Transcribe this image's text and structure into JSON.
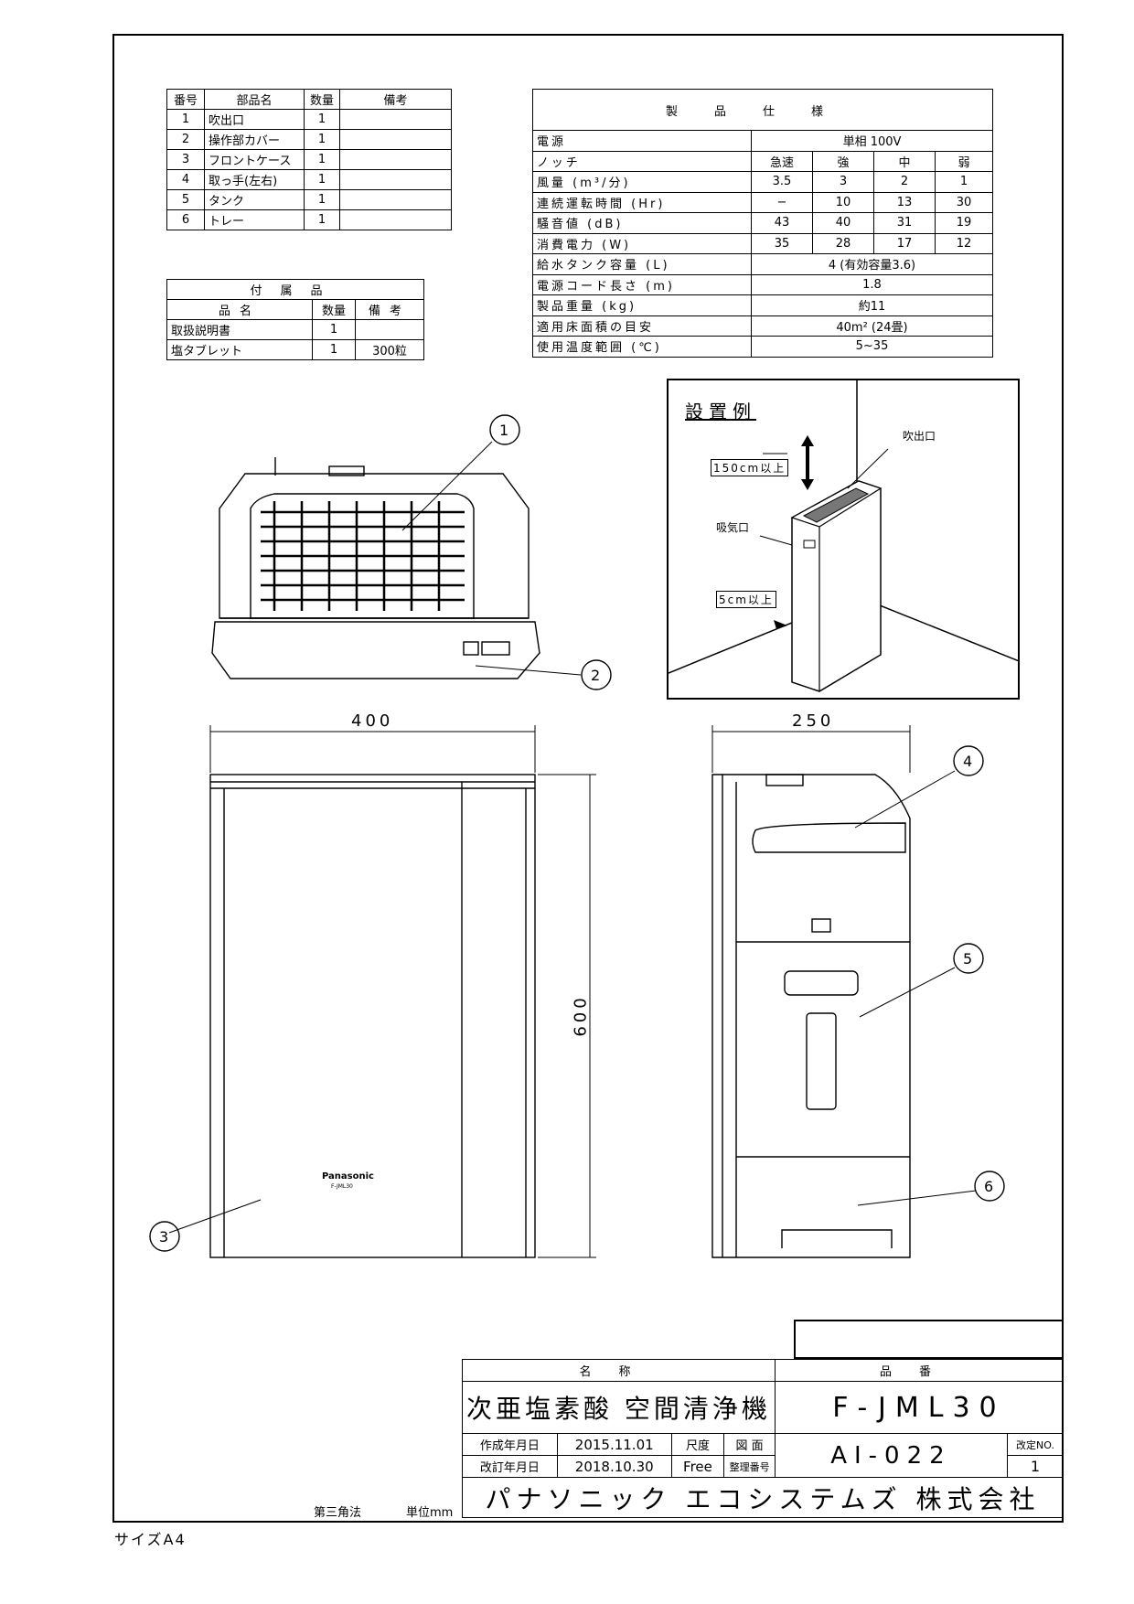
{
  "parts_table": {
    "headers": [
      "番号",
      "部品名",
      "数量",
      "備考"
    ],
    "rows": [
      {
        "no": "1",
        "name": "吹出口",
        "qty": "1",
        "note": ""
      },
      {
        "no": "2",
        "name": "操作部カバー",
        "qty": "1",
        "note": ""
      },
      {
        "no": "3",
        "name": "フロントケース",
        "qty": "1",
        "note": ""
      },
      {
        "no": "4",
        "name": "取っ手(左右)",
        "qty": "1",
        "note": ""
      },
      {
        "no": "5",
        "name": "タンク",
        "qty": "1",
        "note": ""
      },
      {
        "no": "6",
        "name": "トレー",
        "qty": "1",
        "note": ""
      }
    ]
  },
  "accessory_table": {
    "title": "付属品",
    "headers": [
      "品名",
      "数量",
      "備考"
    ],
    "rows": [
      {
        "name": "取扱説明書",
        "qty": "1",
        "note": ""
      },
      {
        "name": "塩タブレット",
        "qty": "1",
        "note": "300粒"
      }
    ]
  },
  "spec_table": {
    "title": "製品仕様",
    "power_label": "電源",
    "power_value": "単相 100V",
    "notch_label": "ノッチ",
    "notch_values": [
      "急速",
      "強",
      "中",
      "弱"
    ],
    "rows": [
      {
        "label": "風量 (m³/分)",
        "values": [
          "3.5",
          "3",
          "2",
          "1"
        ]
      },
      {
        "label": "連続運転時間 (Hr)",
        "values": [
          "−",
          "10",
          "13",
          "30"
        ]
      },
      {
        "label": "騒音値 (dB)",
        "values": [
          "43",
          "40",
          "31",
          "19"
        ]
      },
      {
        "label": "消費電力 (W)",
        "values": [
          "35",
          "28",
          "17",
          "12"
        ]
      }
    ],
    "single_rows": [
      {
        "label": "給水タンク容量 (L)",
        "value": "4 (有効容量3.6)"
      },
      {
        "label": "電源コード長さ (m)",
        "value": "1.8"
      },
      {
        "label": "製品重量 (kg)",
        "value": "約11"
      },
      {
        "label": "適用床面積の目安",
        "value": "40m² (24畳)"
      },
      {
        "label": "使用温度範囲 (℃)",
        "value": "5~35"
      }
    ]
  },
  "installation": {
    "title": "設置例",
    "outlet_label": "吹出口",
    "inlet_label": "吸気口",
    "top_clearance": "150cm以上",
    "side_clearance": "5cm以上"
  },
  "drawing": {
    "dim_width": "400",
    "dim_depth": "250",
    "dim_height": "600",
    "brand": "Panasonic",
    "model_mark": "F-JML30",
    "callouts": [
      "1",
      "2",
      "3",
      "4",
      "5",
      "6"
    ]
  },
  "title_block": {
    "name_header": "名称",
    "number_header": "品番",
    "product_name": "次亜塩素酸 空間清浄機",
    "product_number": "F-JML30",
    "created_label": "作成年月日",
    "created_date": "2015.11.01",
    "revised_label": "改訂年月日",
    "revised_date": "2018.10.30",
    "scale_label": "尺度",
    "scale_value": "Free",
    "drawing_no_label1": "図 面",
    "drawing_no_label2": "整理番号",
    "drawing_no": "AI-022",
    "revision_label": "改定NO.",
    "revision_no": "1",
    "company": "パナソニック エコシステムズ 株式会社",
    "projection": "第三角法",
    "unit": "単位mm"
  },
  "paper_size": "サイズA4"
}
